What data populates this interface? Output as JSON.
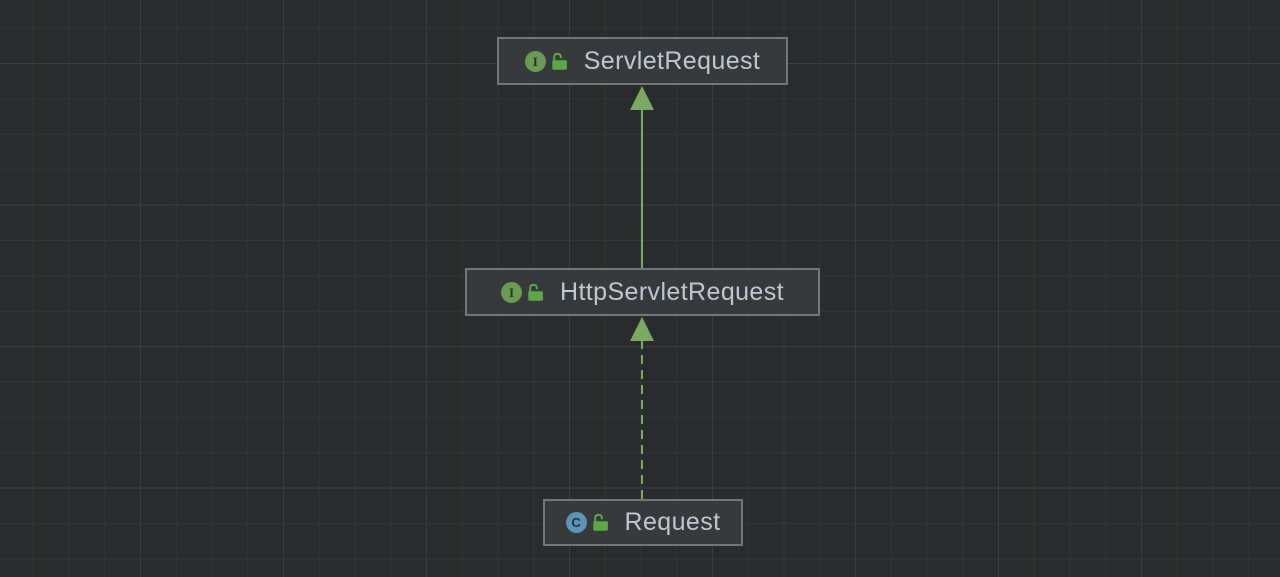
{
  "app_context": "UML class diagram canvas",
  "canvas": {
    "bg": "#2a2b2c",
    "grid_minor": "#333436",
    "grid_major": "#3b3c3e"
  },
  "colors": {
    "node_bg": "#38393b",
    "node_border": "#737577",
    "node_text": "#bec8d2",
    "edge_green": "#7aa963",
    "interface_green": "#699b53",
    "class_blue": "#5b94b6",
    "lock_green": "#5ca847",
    "icon_letter": "#2c2e30"
  },
  "diagram": {
    "nodes": [
      {
        "label": "ServletRequest",
        "kind": "interface",
        "type_letter": "I",
        "visibility": "public"
      },
      {
        "label": "HttpServletRequest",
        "kind": "interface",
        "type_letter": "I",
        "visibility": "public"
      },
      {
        "label": "Request",
        "kind": "class",
        "type_letter": "C",
        "visibility": "public"
      }
    ],
    "edges": [
      {
        "from": "HttpServletRequest",
        "to": "ServletRequest",
        "relation": "extends",
        "style": "solid"
      },
      {
        "from": "Request",
        "to": "HttpServletRequest",
        "relation": "implements",
        "style": "dashed"
      }
    ]
  }
}
